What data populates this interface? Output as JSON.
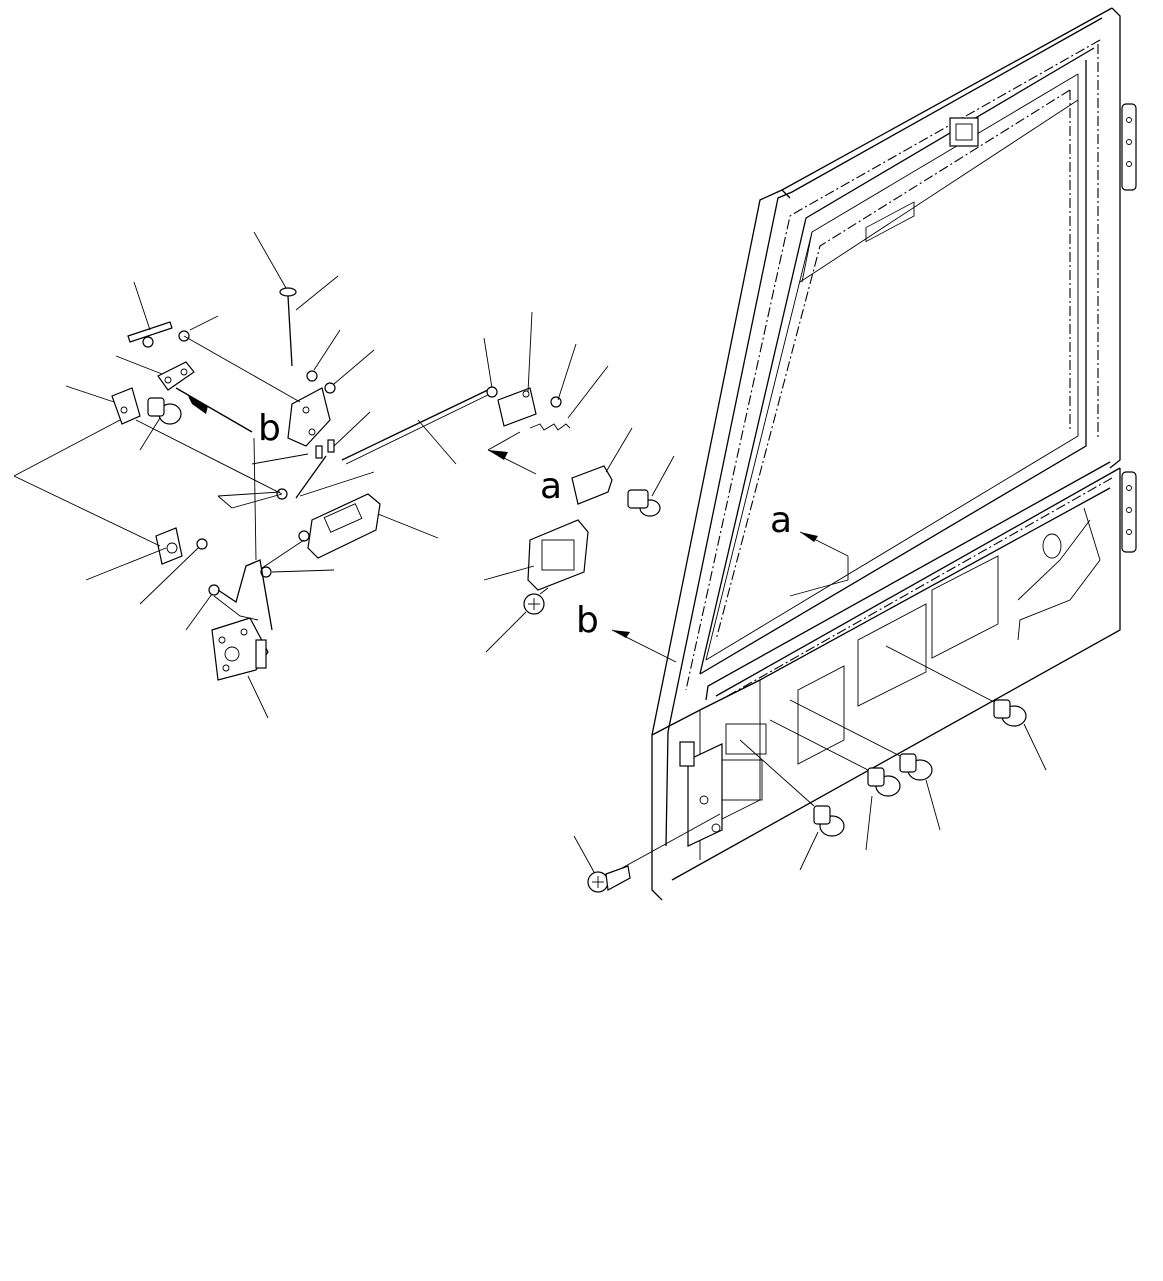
{
  "callouts": {
    "a_upper": "a",
    "a_lower": "a",
    "b_upper": "b",
    "b_lower": "b"
  }
}
